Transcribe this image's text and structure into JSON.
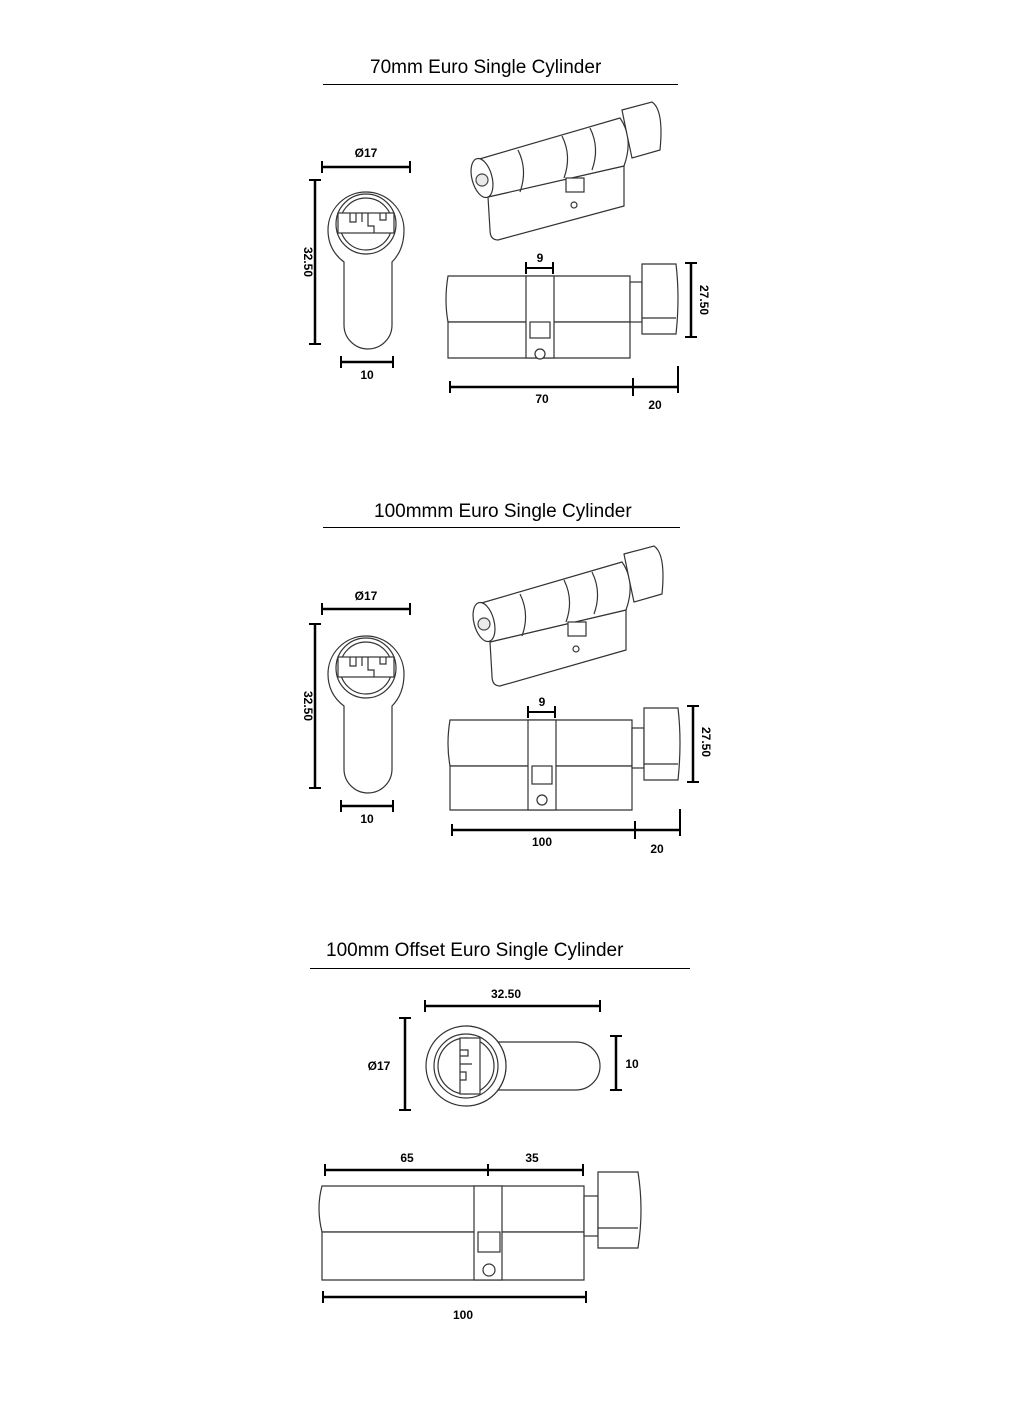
{
  "sections": [
    {
      "title": "70mm Euro Single Cylinder",
      "dims": {
        "front_diameter": "Ø17",
        "front_height": "32.50",
        "front_bottom_width": "10",
        "cam_width": "9",
        "thumbturn_height": "27.50",
        "body_length": "70",
        "turn_length": "20"
      }
    },
    {
      "title": "100mmm Euro Single Cylinder",
      "dims": {
        "front_diameter": "Ø17",
        "front_height": "32.50",
        "front_bottom_width": "10",
        "cam_width": "9",
        "thumbturn_height": "27.50",
        "body_length": "100",
        "turn_length": "20"
      }
    },
    {
      "title": "100mm Offset Euro Single Cylinder",
      "dims": {
        "front_width": "32.50",
        "front_diameter": "Ø17",
        "front_tail_height": "10",
        "left_length": "65",
        "right_length": "35",
        "total_length": "100"
      }
    }
  ]
}
